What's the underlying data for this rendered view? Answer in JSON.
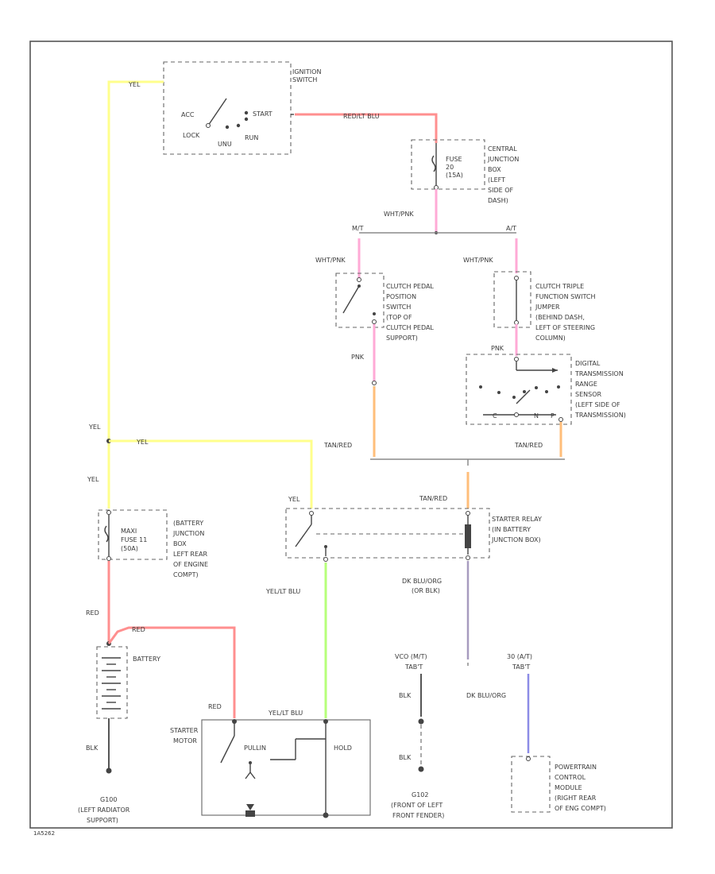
{
  "ignition": {
    "title1": "IGNITION",
    "title2": "SWITCH",
    "acc": "ACC",
    "lock": "LOCK",
    "unused": "UNU",
    "run": "RUN",
    "start": "START"
  },
  "fuse_block": {
    "fuse1": "FUSE",
    "fuse2": "20",
    "fuse3": "(15A)",
    "loc": [
      "CENTRAL",
      "JUNCTION",
      "BOX",
      "(LEFT",
      "SIDE OF",
      "DASH)"
    ]
  },
  "wires": {
    "yel": "YEL",
    "red_lt_blu": "RED/LT BLU",
    "wht_pnk": "WHT/PNK",
    "mt": "M/T",
    "at": "A/T",
    "pnk": "PNK",
    "tan_red": "TAN/RED",
    "red": "RED",
    "yel_lt_blu": "YEL/LT BLU",
    "dk_blu_org": "DK BLU/ORG",
    "or_blk": "(OR BLK)",
    "blk": "BLK"
  },
  "clutch_pedal": {
    "lines": [
      "CLUTCH PEDAL",
      "POSITION",
      "SWITCH",
      "(TOP OF",
      "CLUTCH PEDAL",
      "SUPPORT)"
    ]
  },
  "clutch_triple": {
    "lines": [
      "CLUTCH TRIPLE",
      "FUNCTION SWITCH",
      "JUMPER",
      "(BEHIND DASH,",
      "LEFT OF STEERING",
      "COLUMN)"
    ]
  },
  "range_sensor": {
    "lines": [
      "DIGITAL",
      "TRANSMISSION",
      "RANGE",
      "SENSOR",
      "(LEFT SIDE OF",
      "TRANSMISSION)"
    ],
    "c": "C",
    "n": "N",
    "p": "P"
  },
  "battery_jb": {
    "maxi1": "MAXI",
    "maxi2": "FUSE 11",
    "maxi3": "(50A)",
    "lines": [
      "(BATTERY",
      "JUNCTION",
      "BOX",
      "LEFT REAR",
      "OF ENGINE",
      "COMPT)"
    ]
  },
  "starter_relay": {
    "lines": [
      "STARTER RELAY",
      "(IN BATTERY",
      "JUNCTION BOX)"
    ]
  },
  "battery": {
    "label": "BATTERY"
  },
  "starter_motor": {
    "line1": "STARTER",
    "line2": "MOTOR",
    "pullin": "PULLIN",
    "hold": "HOLD"
  },
  "grounds": {
    "g100_1": "G100",
    "g100_2": "(LEFT RADIATOR",
    "g100_3": "SUPPORT)",
    "g102_1": "G102",
    "g102_2": "(FRONT OF LEFT",
    "g102_3": "FRONT FENDER)",
    "vco_1": "VCO (M/T)",
    "vco_2": "TAB'T"
  },
  "pcm": {
    "conn1": "30 (A/T)",
    "conn2": "TAB'T",
    "lines": [
      "POWERTRAIN",
      "CONTROL",
      "MODULE",
      "(RIGHT REAR",
      "OF ENG COMPT)"
    ]
  },
  "footer": {
    "code": "1A5262"
  }
}
